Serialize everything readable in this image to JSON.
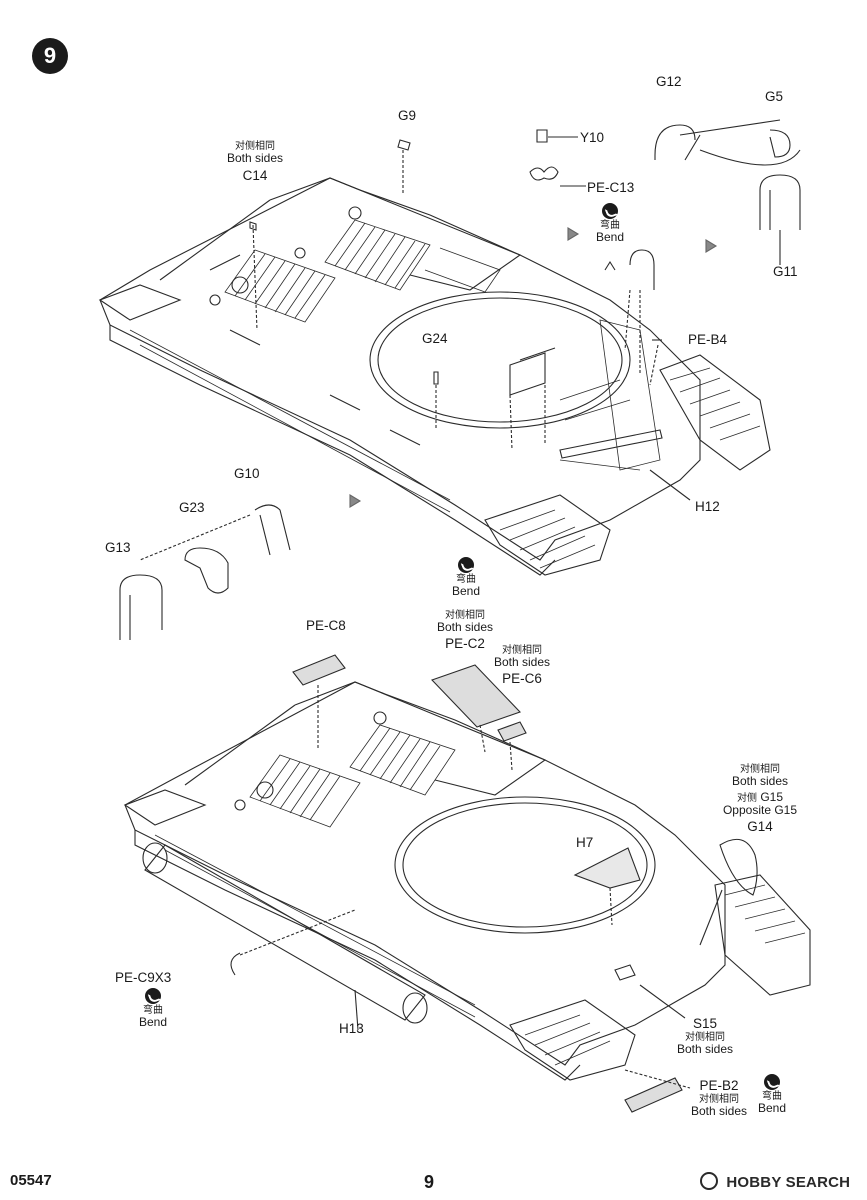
{
  "step": {
    "number": "9"
  },
  "footer": {
    "code": "05547",
    "page": "9",
    "watermark": "HOBBY SEARCH"
  },
  "upper": {
    "G9": "G9",
    "C14": {
      "cn": "对侧相同",
      "en": "Both sides",
      "part": "C14"
    },
    "Y10": "Y10",
    "PE_C13": "PE-C13",
    "bend1": {
      "cn": "弯曲",
      "en": "Bend"
    },
    "G12": "G12",
    "G5": "G5",
    "G11": "G11",
    "G24": "G24",
    "PE_B4": "PE-B4",
    "H12": "H12",
    "G10": "G10",
    "G23": "G23",
    "G13": "G13",
    "bend2": {
      "cn": "弯曲",
      "en": "Bend"
    }
  },
  "lower": {
    "PE_C8": "PE-C8",
    "PE_C2": {
      "cn": "对侧相同",
      "en": "Both sides",
      "part": "PE-C2"
    },
    "PE_C6": {
      "cn": "对侧相同",
      "en": "Both sides",
      "part": "PE-C6"
    },
    "G14": {
      "cn1": "对侧相同",
      "en1": "Both sides",
      "cn2": "对侧",
      "part2": "G15",
      "en2": "Opposite G15",
      "part": "G14"
    },
    "H7": "H7",
    "PE_C9X3": "PE-C9X3",
    "bend3": {
      "cn": "弯曲",
      "en": "Bend"
    },
    "H13": "H13",
    "S15": {
      "part": "S15",
      "cn": "对侧相同",
      "en": "Both sides"
    },
    "PE_B2": {
      "part": "PE-B2",
      "cn": "对侧相同",
      "en": "Both sides"
    },
    "bend4": {
      "cn": "弯曲",
      "en": "Bend"
    }
  },
  "icons": [
    "bend-icon"
  ]
}
